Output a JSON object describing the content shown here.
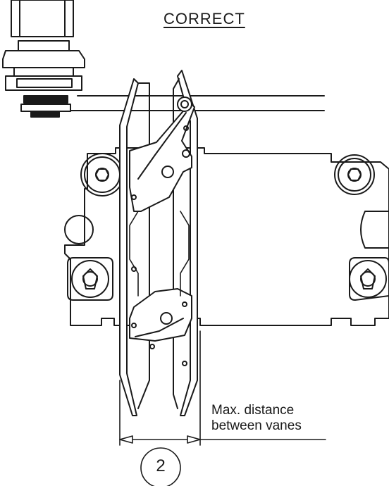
{
  "title": "CORRECT",
  "dimension_label": {
    "line1": "Max. distance",
    "line2": "between vanes"
  },
  "callout_number": "2",
  "colors": {
    "ink": "#1a1a1a",
    "background": "#ffffff"
  }
}
